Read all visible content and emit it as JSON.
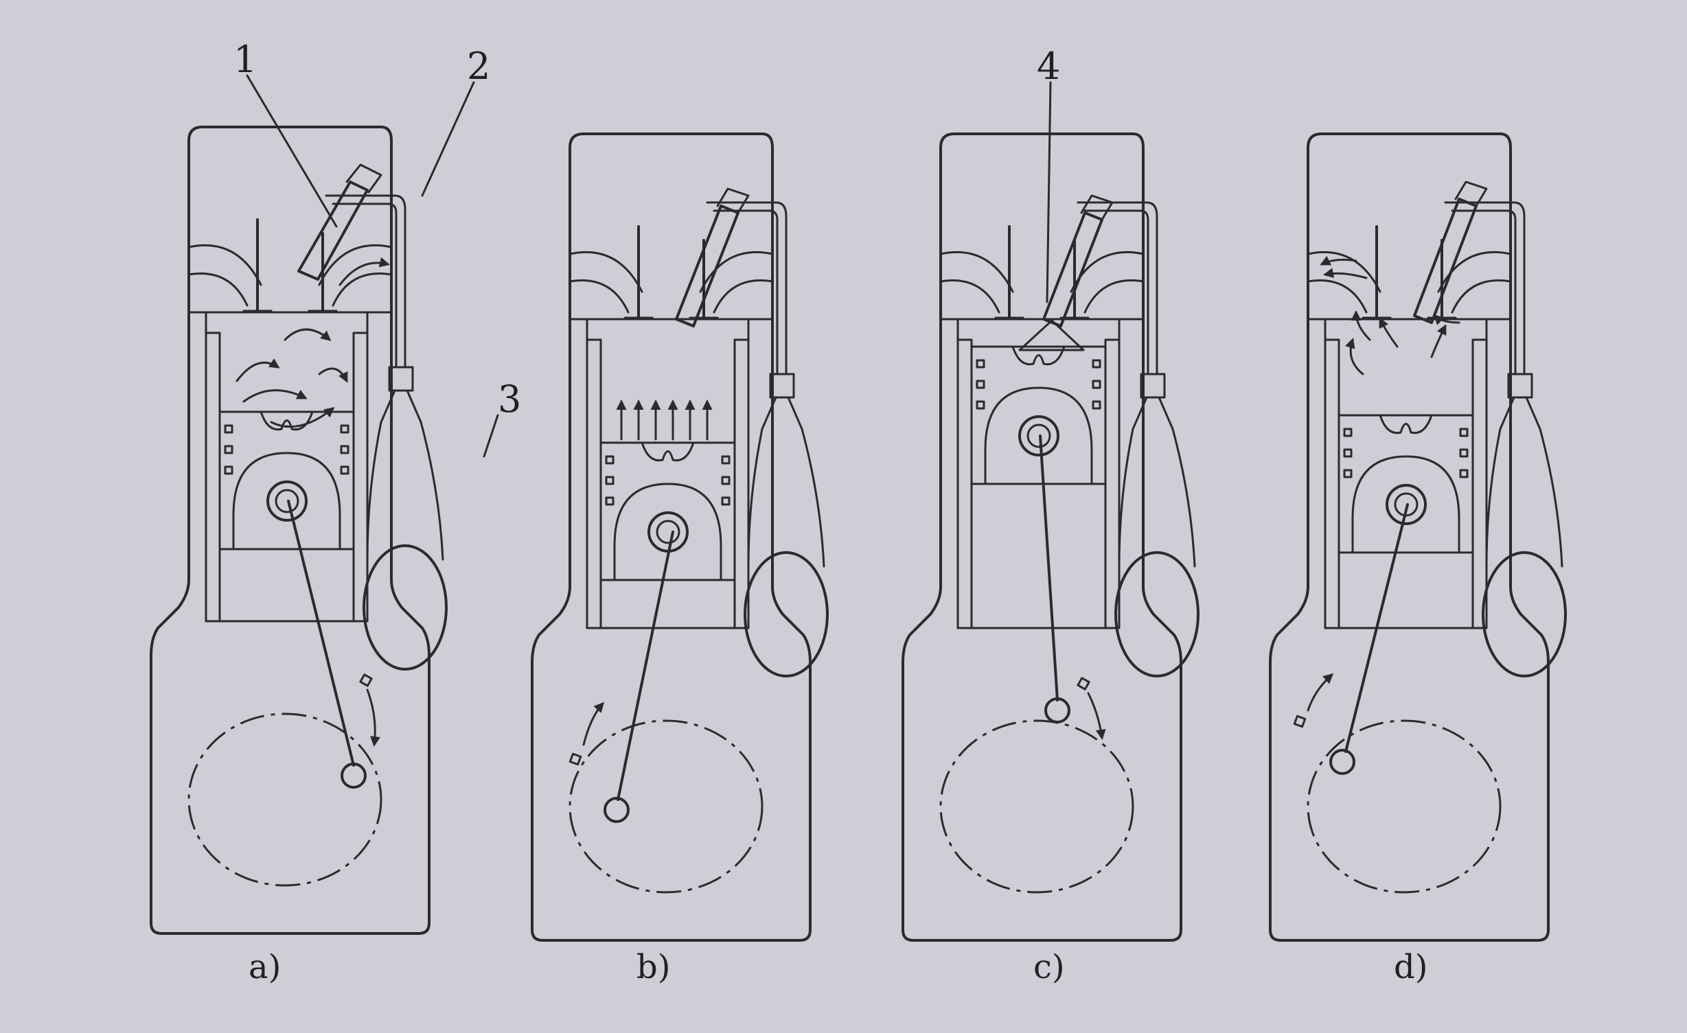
{
  "panels": [
    {
      "id": "a",
      "label": "a)"
    },
    {
      "id": "b",
      "label": "b)"
    },
    {
      "id": "c",
      "label": "c)"
    },
    {
      "id": "d",
      "label": "d)"
    }
  ],
  "part_numbers": {
    "n1": "1",
    "n2": "2",
    "n3": "3",
    "n4": "4"
  },
  "colors": {
    "paper": "#cfcdd6",
    "ink": "#2a2a30"
  }
}
